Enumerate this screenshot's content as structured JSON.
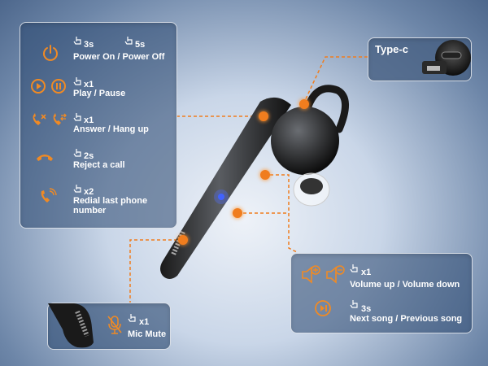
{
  "colors": {
    "accent": "#f07d1e",
    "panel": "#2c4a72",
    "text": "#ffffff"
  },
  "controls": [
    {
      "icon": "power-icon",
      "press_a": "3s",
      "press_b": "5s",
      "label": "Power On / Power Off"
    },
    {
      "icon": "play-pause-icon",
      "press": "x1",
      "label": "Play / Pause"
    },
    {
      "icon": "phone-answer-hangup-icon",
      "press": "x1",
      "label": "Answer / Hang up"
    },
    {
      "icon": "phone-reject-icon",
      "press": "2s",
      "label": "Reject a call"
    },
    {
      "icon": "phone-redial-icon",
      "press": "x2",
      "label_line1": "Redial last phone",
      "label_line2": "number"
    }
  ],
  "charging": {
    "label": "Type-c"
  },
  "volume": {
    "press": "x1",
    "label": "Volume up / Volume down"
  },
  "track": {
    "press": "3s",
    "label": "Next song / Previous song"
  },
  "mic": {
    "press": "x1",
    "label": "Mic Mute"
  }
}
